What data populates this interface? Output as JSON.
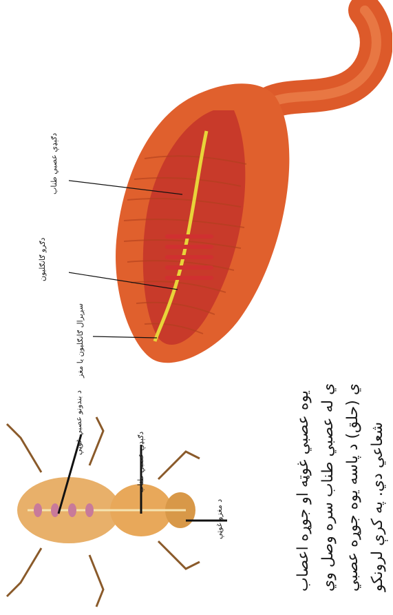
{
  "worm_labels": {
    "ventral_nerve_cord": "دګېډې عصبي طناب",
    "ganglia_chain": "دګرو ګانګلیون",
    "suprapharyngeal_ganglion": "سږېرال ګانګلیون يا مغز"
  },
  "insect_labels": {
    "ventral_nerve_cord": "دګېډې عصبي طناب",
    "abdominal_nerve_net": "د بندونو عصبي غوټې",
    "brain": "د مغزو غوټې"
  },
  "text_block": {
    "lines": [
      "شعاعي دي. په کرې لرونکو",
      "ي (حلق) د پاسه یوه جوړه عصبي",
      "ي له عصبي طناب سره وصل وي",
      "یوه عصبي غوټه او جوړه اعصاب"
    ]
  },
  "colors": {
    "worm_body": "#e0602d",
    "worm_inner": "#c83a2a",
    "nerve": "#e8d43a",
    "insect_body": "#e8b06a"
  }
}
